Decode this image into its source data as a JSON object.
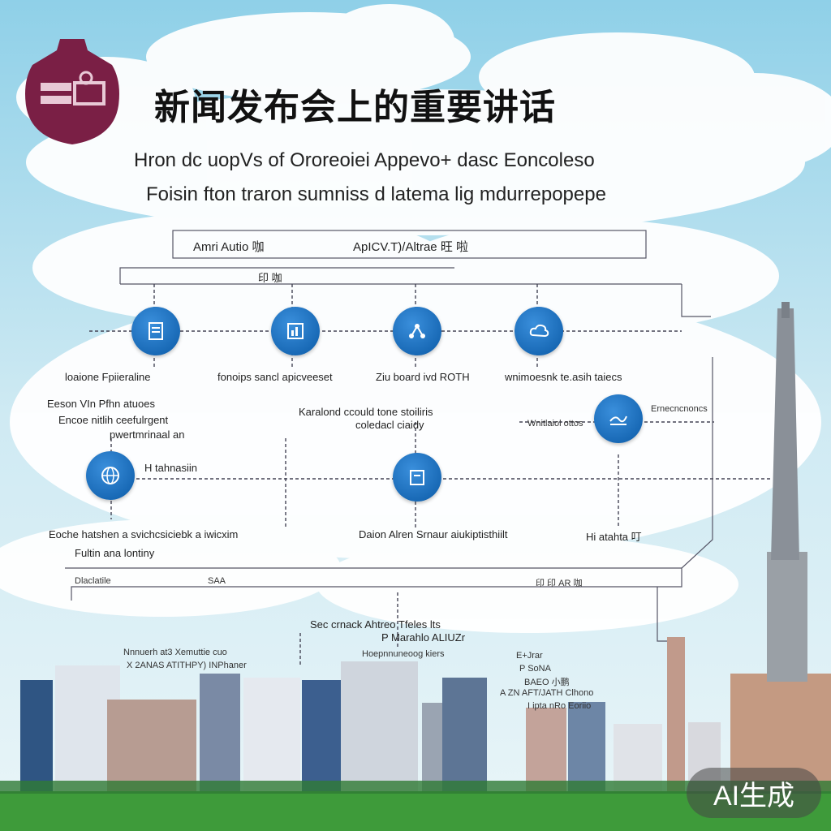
{
  "header": {
    "title": "新闻发布会上的重要讲话",
    "subtitle_line1": "Hron dc uopVs of Ororeoiei Appevo+ dasc Eoncoleso",
    "subtitle_line2": "Foisin fton traron sumniss d latema lig mdurrepopepe"
  },
  "diagram": {
    "box_header_left": "Amri Autio 咖",
    "box_header_right": "ApICV.T)/Altrae 旺 啦",
    "top_connector_label": "印 咖",
    "row1": [
      {
        "label": "loaione Fpiieraline",
        "icon": "document-icon"
      },
      {
        "label": "fonoips sancl apicveeset",
        "icon": "chart-icon"
      },
      {
        "label": "Ziu board ivd ROTH",
        "icon": "network-icon"
      },
      {
        "label": "wnimoesnk te.asih taiecs",
        "icon": "cloud-icon"
      }
    ],
    "row1_sublabels": {
      "left_a": "Eeson VIn Pfhn atuoes",
      "left_b": "Encoe nitlih ceefulrgent",
      "left_c": "pwertmrinaal an",
      "center_a": "Karalond ccould tone stoiliris",
      "center_b": "coledacl ciaidy",
      "right_a": "Wnitlaiol ottos",
      "right_b": "Ernecncnoncs"
    },
    "row2": [
      {
        "label": "Eoche hatshen a svichcsiciebk a iwicxim",
        "icon": "globe-icon"
      },
      {
        "label": "Daion Alren Srnaur aiukiptisthiilt",
        "icon": "folder-icon"
      },
      {
        "label": "Hi atahta 叮",
        "icon": "wave-icon"
      }
    ],
    "row2_left_note": "Fultin ana lontiny",
    "row2_mid_note": "H tahnasiin",
    "lower_bar_left": "Dlaclatile",
    "lower_bar_mid": "SAA",
    "lower_bar_right": "印 印 AR 咖",
    "annotations": {
      "a1": "Sec crnack Ahtreo Tfeles lts",
      "a2": "P Marahlo ALIUZr",
      "a3": "Nnnuerh at3 Xemuttie cuo",
      "a4": "X 2ANAS ATITHPY) INPhaner",
      "a5": "Hoepnnuneoog kiers",
      "a6": "E+Jrar",
      "a7": "I ipta nRo Eoriio",
      "a8": "P SoNA",
      "a9": "BAEO 小鹏",
      "a10": "A ZN AFT/JATH Clhono"
    }
  },
  "badge": {
    "text": "AI生成"
  },
  "colors": {
    "node_blue": "#1560b0",
    "logo_plum": "#7a1f45",
    "sky": "#bfe3f0",
    "grass": "#3e9b3a"
  }
}
